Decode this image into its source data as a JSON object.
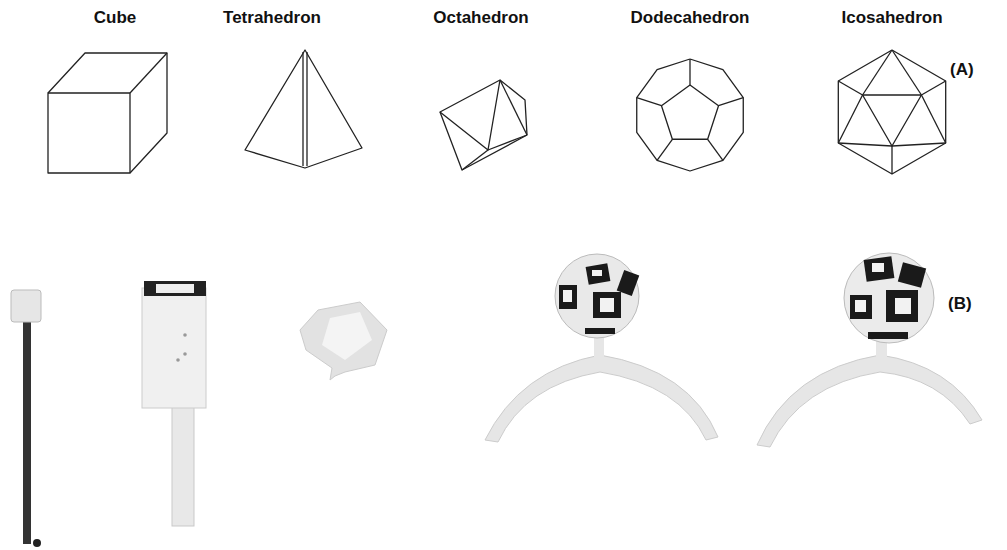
{
  "diagram": {
    "labels": [
      "Cube",
      "Tetrahedron",
      "Octahedron",
      "Dodecahedron",
      "Icosahedron",
      "(A)",
      "(B)"
    ]
  }
}
